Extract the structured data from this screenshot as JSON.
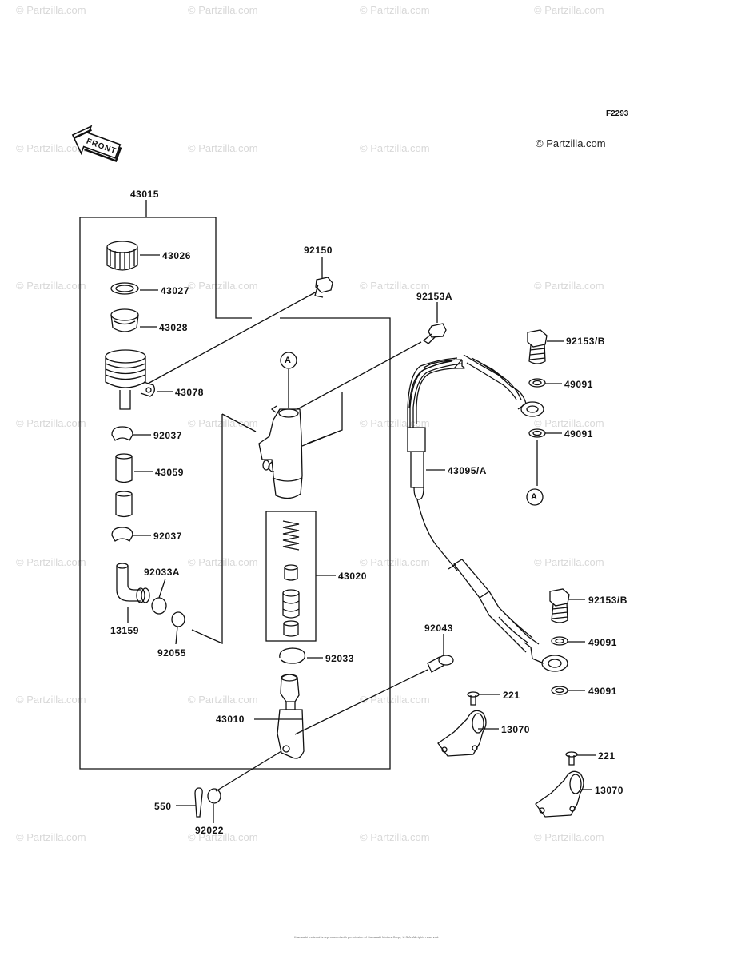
{
  "figure_code": "F2293",
  "copyright": "© Partzilla.com",
  "watermark": "© Partzilla.com",
  "front_label": "FRONT",
  "ref_marker": "A",
  "parts": {
    "p43015": "43015",
    "p43026": "43026",
    "p43027": "43027",
    "p43028": "43028",
    "p43078": "43078",
    "p92037a": "92037",
    "p43059": "43059",
    "p92037b": "92037",
    "p92033A": "92033A",
    "p13159": "13159",
    "p92055": "92055",
    "p92150": "92150",
    "p92153A": "92153A",
    "p43020": "43020",
    "p92033": "92033",
    "p43010": "43010",
    "p92043": "92043",
    "p550": "550",
    "p92022": "92022",
    "p43095A": "43095/A",
    "p92153Ba": "92153/B",
    "p49091a": "49091",
    "p49091b": "49091",
    "p92153Bb": "92153/B",
    "p49091c": "49091",
    "p49091d": "49091",
    "p221a": "221",
    "p13070a": "13070",
    "p221b": "221",
    "p13070b": "13070"
  },
  "footer_text": "Kawasaki material is reproduced with permission of Kawasaki Motors Corp., U.S.A. All rights reserved."
}
